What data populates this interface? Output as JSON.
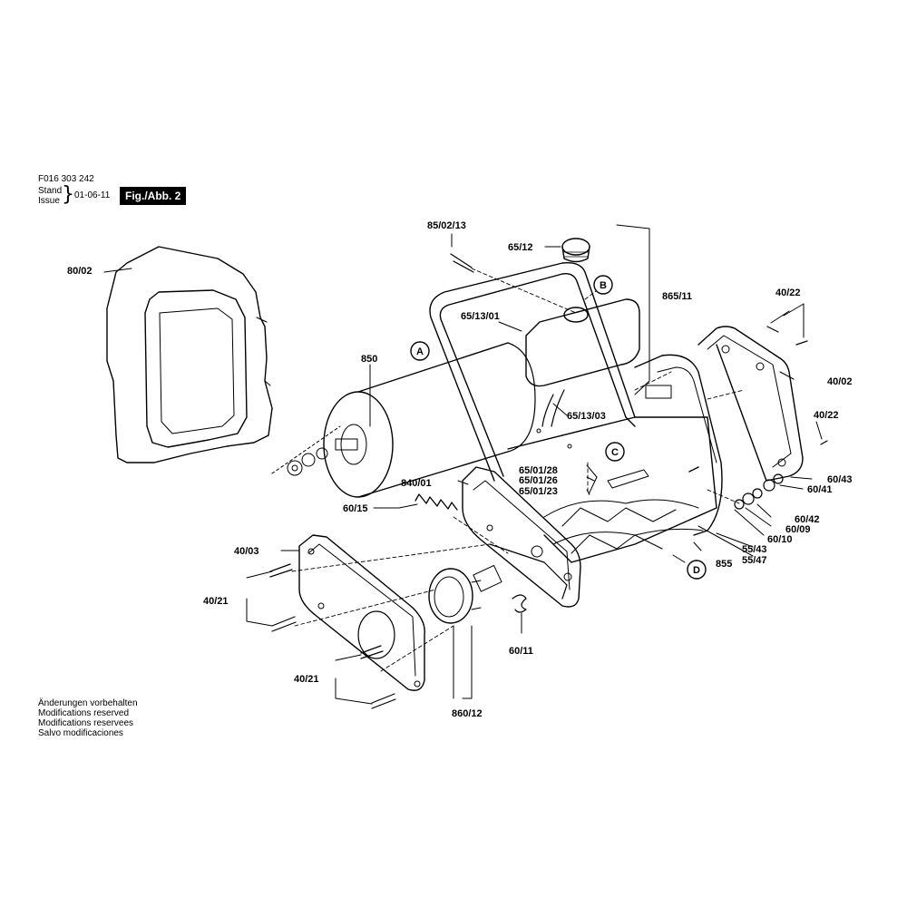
{
  "header": {
    "doc_number": "F016 303 242",
    "stand_label": "Stand",
    "issue_label": "Issue",
    "date": "01-06-11",
    "figure_label": "Fig./Abb. 2"
  },
  "notes": [
    "Änderungen vorbehalten",
    "Modifications reserved",
    "Modifications reservees",
    "Salvo modificaciones"
  ],
  "part_labels": {
    "p80_02": "80/02",
    "p85_02_13": "85/02/13",
    "p65_12": "65/12",
    "p865_11": "865/11",
    "p65_13_01": "65/13/01",
    "p850": "850",
    "p65_13_03": "65/13/03",
    "p40_22_top": "40/22",
    "p40_02": "40/02",
    "p40_22_right": "40/22",
    "p65_01_28": "65/01/28",
    "p65_01_26": "65/01/26",
    "p65_01_23": "65/01/23",
    "p840_01": "840/01",
    "p60_43": "60/43",
    "p60_41": "60/41",
    "p60_42": "60/42",
    "p60_09": "60/09",
    "p60_10": "60/10",
    "p55_43": "55/43",
    "p55_47": "55/47",
    "p855": "855",
    "p60_15": "60/15",
    "p40_03": "40/03",
    "p40_21_a": "40/21",
    "p40_21_b": "40/21",
    "p60_11": "60/11",
    "p860_12": "860/12"
  },
  "markers": {
    "A": "A",
    "B": "B",
    "C": "C",
    "D": "D"
  }
}
